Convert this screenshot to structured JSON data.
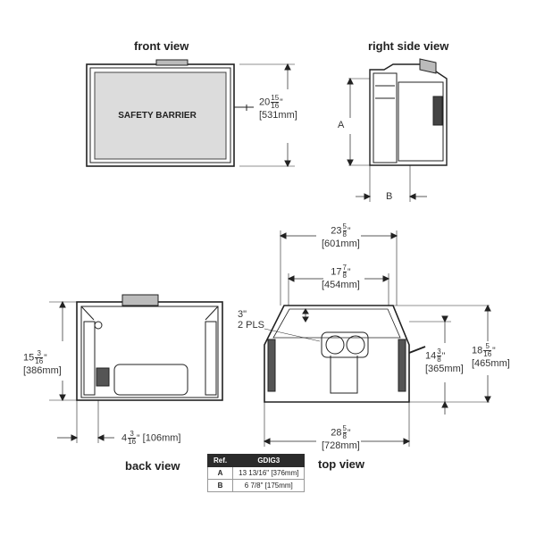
{
  "views": {
    "front": "front view",
    "right_side": "right side view",
    "back": "back view",
    "top": "top view"
  },
  "safety_barrier": "SAFETY BARRIER",
  "dims": {
    "front_height": {
      "whole": "20",
      "num": "15",
      "den": "16",
      "unit": "\"",
      "mm": "[531mm]"
    },
    "side_a": "A",
    "side_b": "B",
    "width_total": {
      "whole": "23",
      "num": "5",
      "den": "8",
      "unit": "\"",
      "mm": "[601mm]"
    },
    "width_inner": {
      "whole": "17",
      "num": "7",
      "den": "8",
      "unit": "\"",
      "mm": "[454mm]"
    },
    "back_height": {
      "whole": "15",
      "num": "3",
      "den": "16",
      "unit": "\"",
      "mm": "[386mm]"
    },
    "back_offset": {
      "whole": "4",
      "num": "3",
      "den": "16",
      "unit": "\"",
      "mm": "[106mm]"
    },
    "top_pls": {
      "line1": "3\"",
      "line2": "2 PLS"
    },
    "top_depth_a": {
      "whole": "14",
      "num": "3",
      "den": "8",
      "unit": "\"",
      "mm": "[365mm]"
    },
    "top_depth_b": {
      "whole": "18",
      "num": "5",
      "den": "16",
      "unit": "\"",
      "mm": "[465mm]"
    },
    "top_width": {
      "whole": "28",
      "num": "5",
      "den": "8",
      "unit": "\"",
      "mm": "[728mm]"
    }
  },
  "ref_table": {
    "headers": [
      "Ref.",
      "GDIG3"
    ],
    "rows": [
      {
        "ref": "A",
        "value": "13 13/16\" [376mm]"
      },
      {
        "ref": "B",
        "value": "6 7/8\" [175mm]"
      }
    ]
  }
}
